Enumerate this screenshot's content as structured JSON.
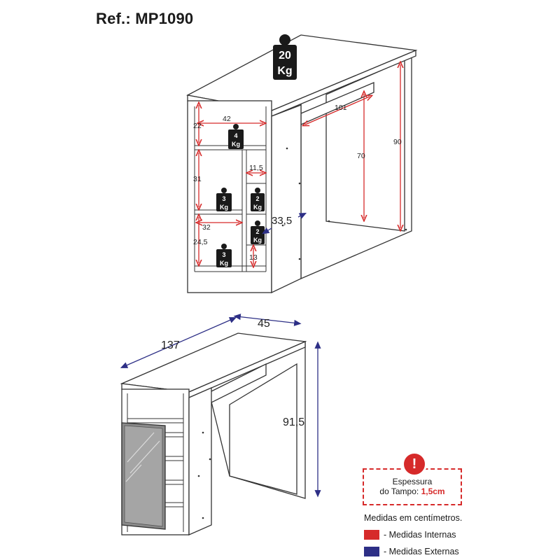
{
  "header": {
    "ref": "Ref.: MP1090"
  },
  "top_view": {
    "max_load_top": "20\nKg",
    "load_top_value": "20",
    "load_top_unit": "Kg",
    "load_shelf_top": "4",
    "load_left_mid": "3",
    "load_right_upper": "2",
    "load_right_lower": "2",
    "load_left_bottom": "3",
    "load_unit": "Kg",
    "dims": {
      "d22": "22",
      "d42": "42",
      "d31": "31",
      "d11_5": "11,5",
      "d32": "32",
      "d24_5": "24,5",
      "d13": "13",
      "d33_5": "33,5",
      "d101": "101",
      "d70": "70",
      "d90": "90"
    }
  },
  "bottom_view": {
    "dims": {
      "d137": "137",
      "d45": "45",
      "d91_5": "91,5"
    }
  },
  "notice": {
    "icon": "!",
    "line1": "Espessura",
    "line2_prefix": "do Tampo: ",
    "line2_value": "1,5cm"
  },
  "legend": {
    "title": "Medidas em centímetros.",
    "internal": "- Medidas Internas",
    "external": "- Medidas Externas",
    "internal_color": "#d62a2a",
    "external_color": "#2d2f86"
  }
}
